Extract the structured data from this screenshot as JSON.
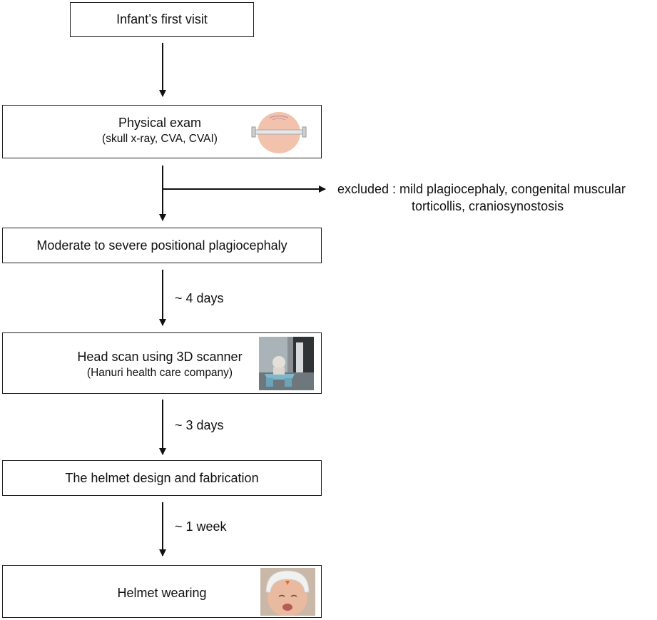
{
  "steps": {
    "first_visit": {
      "title": "Infant’s first visit"
    },
    "physical_exam": {
      "title": "Physical exam",
      "subtitle": "(skull x-ray, CVA, CVAI)"
    },
    "moderate": {
      "title": "Moderate to severe positional plagiocephaly"
    },
    "head_scan": {
      "title": "Head scan using 3D scanner",
      "subtitle": "(Hanuri health care company)"
    },
    "helmet_design": {
      "title": "The helmet design and fabrication"
    },
    "helmet_wearing": {
      "title": "Helmet wearing"
    }
  },
  "excluded": {
    "line1": "excluded : mild plagiocephaly, congenital muscular",
    "line2": "torticollis, craniosynostosis"
  },
  "intervals": {
    "scan": "~ 4 days",
    "design": "~ 3 days",
    "wearing": "~ 1 week"
  }
}
